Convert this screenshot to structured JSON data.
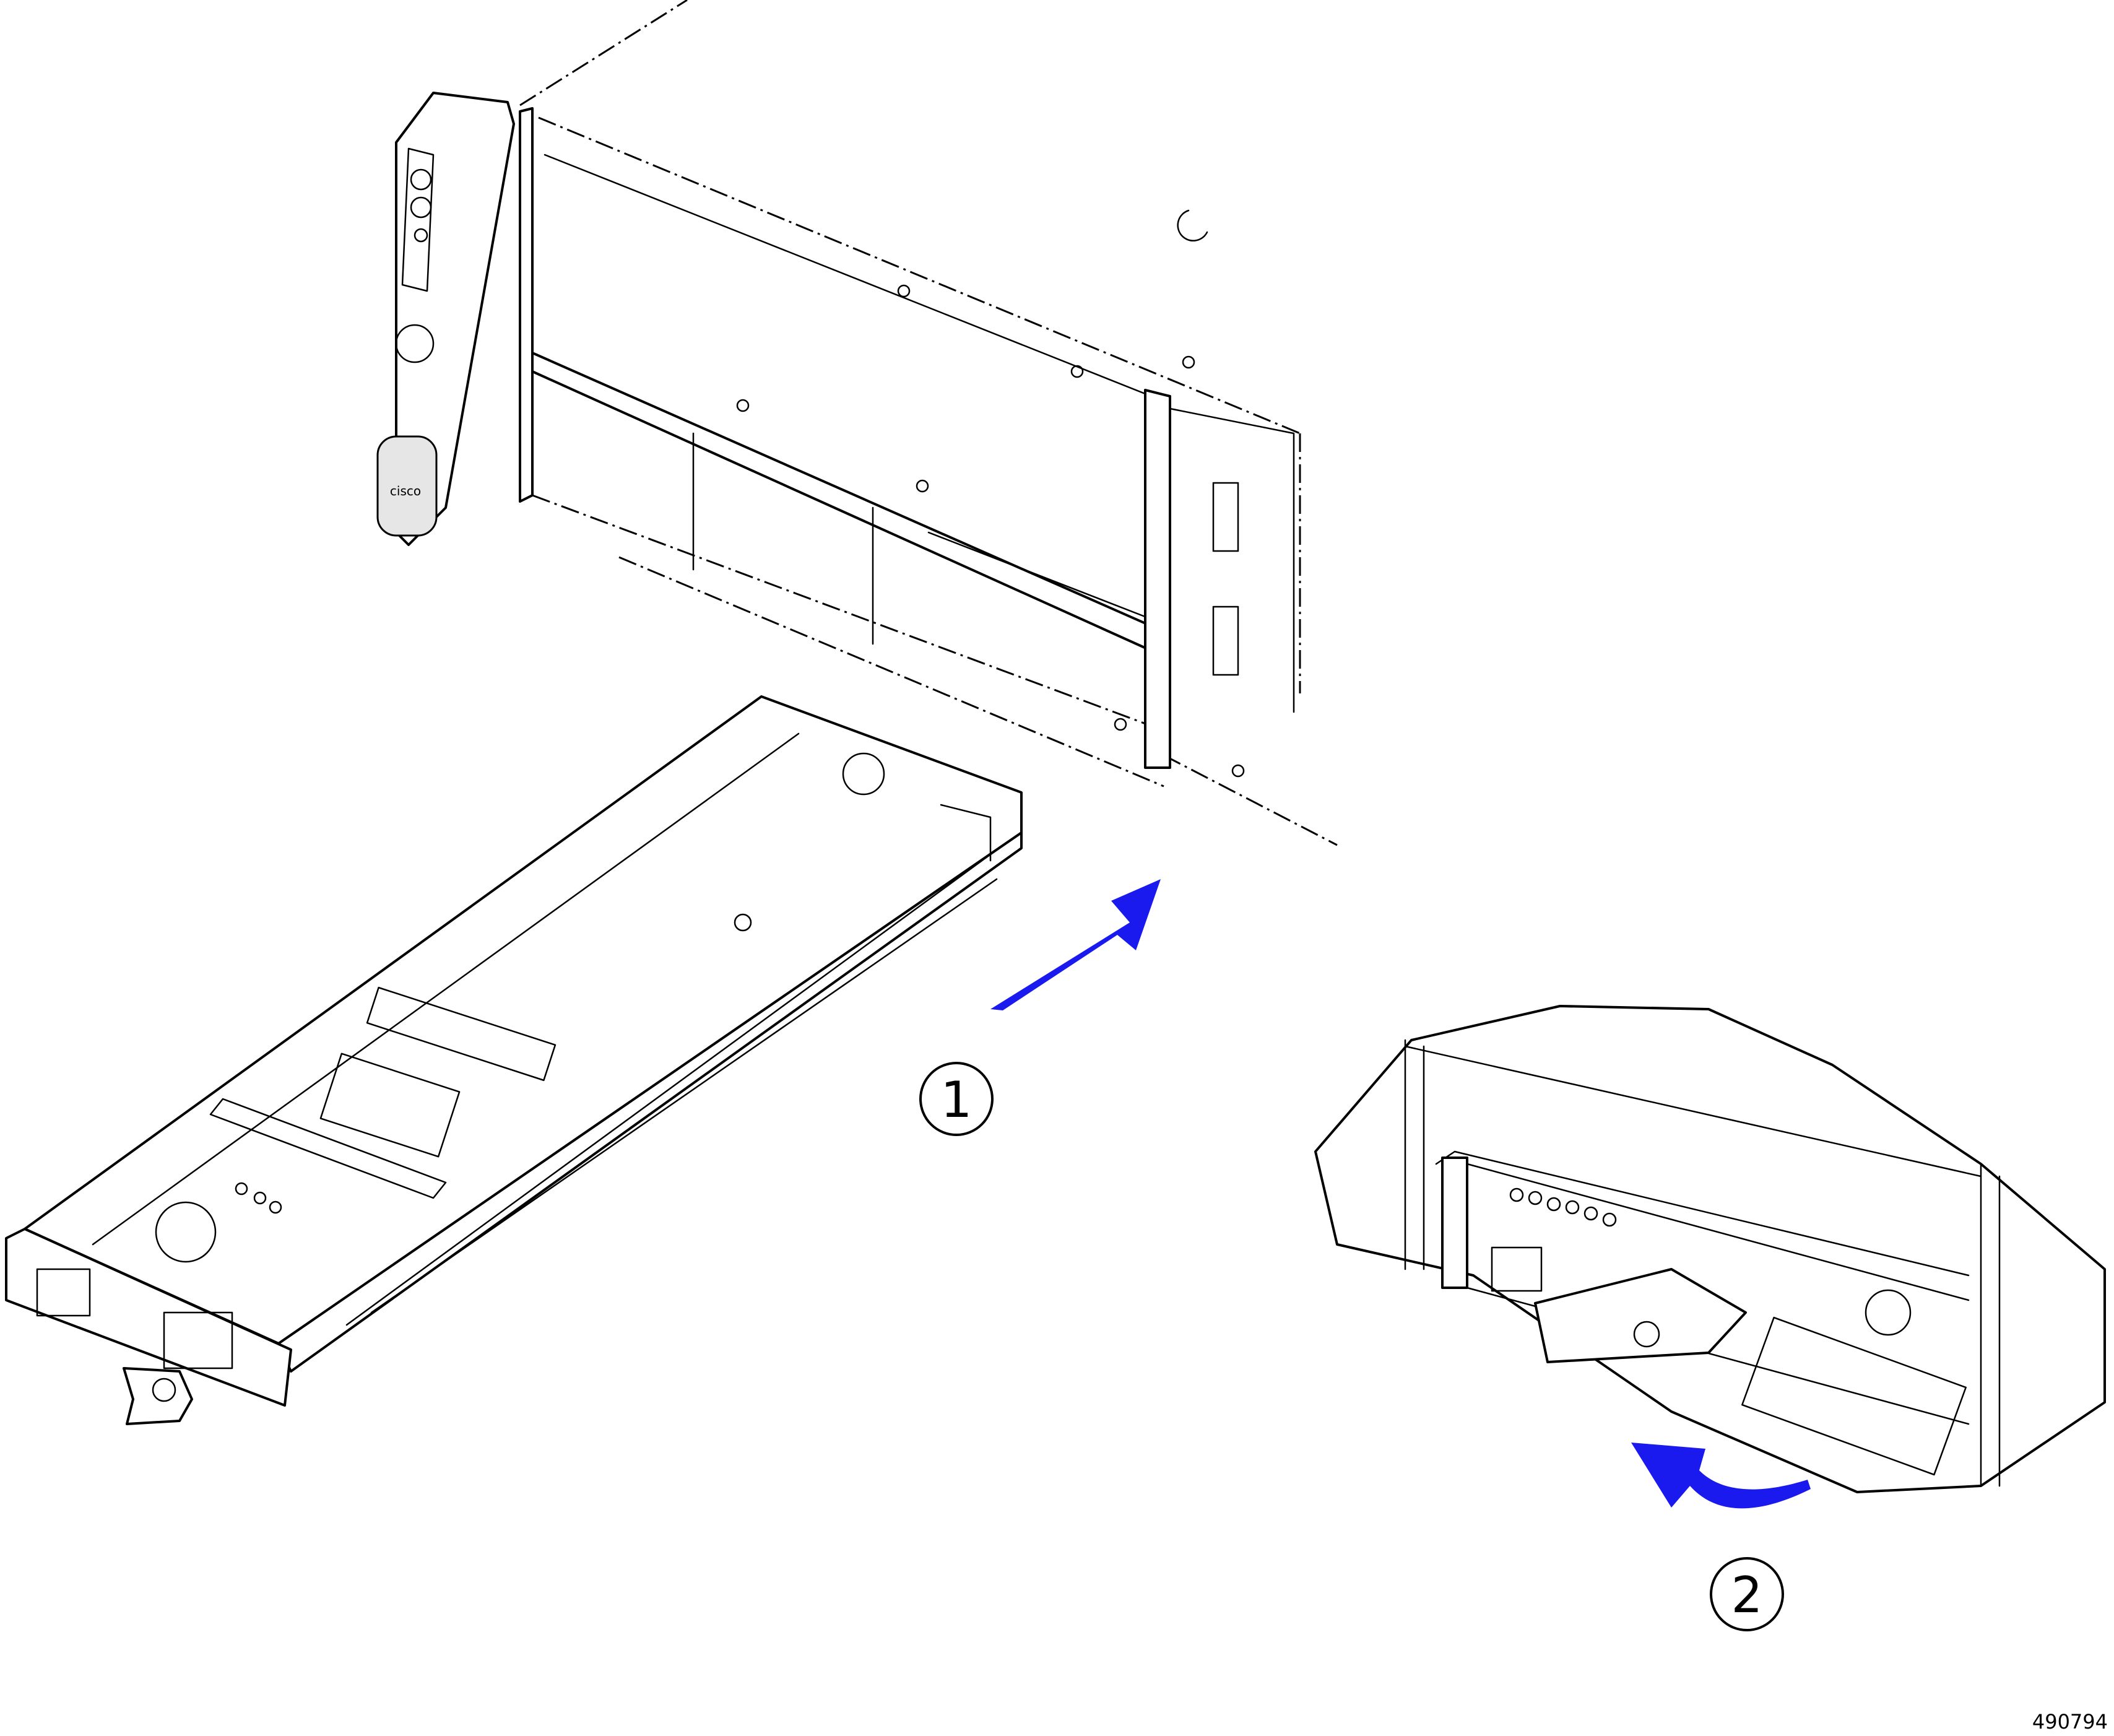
{
  "figure_id": "490794",
  "callouts": [
    {
      "number": "1"
    },
    {
      "number": "2"
    }
  ],
  "logo_text": "cisco",
  "colors": {
    "arrow": "#1a1aee",
    "line": "#000000",
    "background": "#ffffff"
  },
  "icons": {
    "step1_arrow": "arrow-straight-icon",
    "step2_arrow": "arrow-curved-icon"
  }
}
